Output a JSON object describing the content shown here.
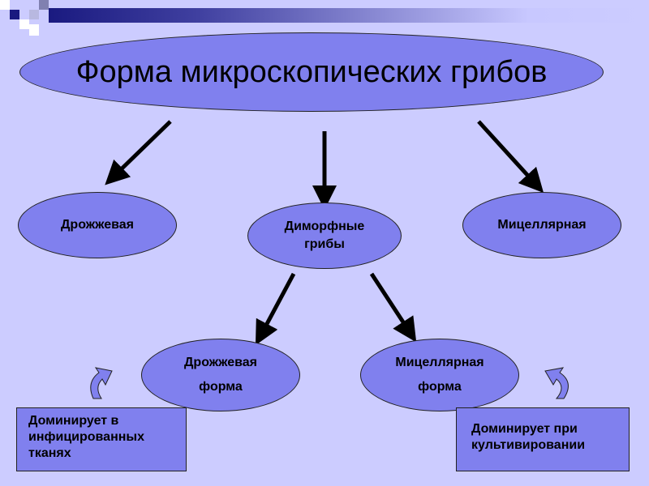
{
  "title": "Форма микроскопических грибов",
  "level1": {
    "left": "Дрожжевая",
    "center_line1": "Диморфные",
    "center_line2": "грибы",
    "right": "Мицеллярная"
  },
  "level2": {
    "left_line1": "Дрожжевая",
    "left_line2": "форма",
    "right_line1": "Мицеллярная",
    "right_line2": "форма"
  },
  "notes": {
    "left": "Доминирует в инфицированных тканях",
    "right": "Доминирует при культивировании"
  },
  "colors": {
    "background": "#ccccff",
    "shape_fill": "#8080ee",
    "arrow": "#000000",
    "curved_arrow": "#8080ee"
  }
}
